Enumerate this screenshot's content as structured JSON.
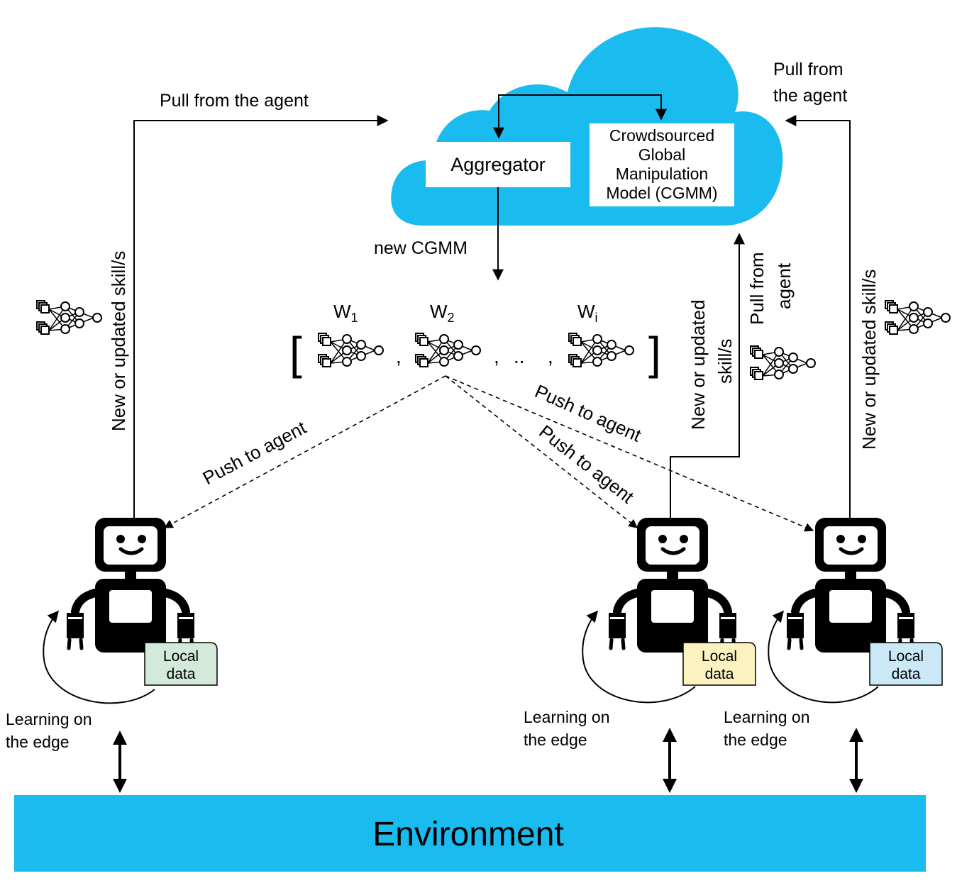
{
  "colors": {
    "cloud": "#1ABBEE",
    "environment": "#1ABBEE",
    "robot": "#000000",
    "local_data_1": "#D3E9DA",
    "local_data_2": "#FCF2C0",
    "local_data_3": "#CBE8F7"
  },
  "cloud": {
    "aggregator_label": "Aggregator",
    "cgmm_lines": [
      "Crowdsourced",
      "Global",
      "Manipulation",
      "Model (CGMM)"
    ]
  },
  "labels": {
    "pull_left": "Pull from the agent",
    "pull_right_lines": [
      "Pull from",
      "the agent"
    ],
    "new_cgmm": "new CGMM",
    "skills_left": "New or updated skill/s",
    "skills_right": "New or updated skill/s",
    "skills_mid_lines": [
      "New or updated",
      "skill/s"
    ],
    "pull_mid_lines": [
      "Pull from",
      "agent"
    ],
    "push_1": "Push to agent",
    "push_2": "Push to agent",
    "push_3": "Push to agent",
    "learning_1_lines": [
      "Learning on",
      "the edge"
    ],
    "learning_2_lines": [
      "Learning on",
      "the edge"
    ],
    "learning_3_lines": [
      "Learning on",
      "the edge"
    ],
    "local_data_lines": [
      "Local",
      "data"
    ],
    "environment": "Environment"
  },
  "weights": {
    "w1": "W",
    "w1_sub": "1",
    "w2": "W",
    "w2_sub": "2",
    "wi": "W",
    "wi_sub": "i",
    "open_bracket": "[",
    "close_bracket": "]",
    "separator": ",",
    "ellipsis": ".."
  },
  "icons": {
    "robot": "robot-icon",
    "network": "neural-network-icon",
    "cloud": "cloud-icon"
  }
}
